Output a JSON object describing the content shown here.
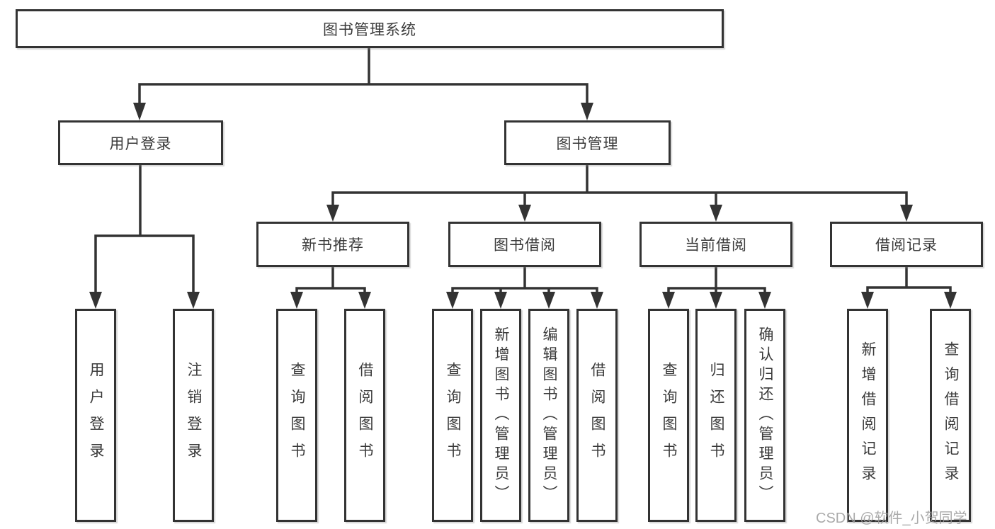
{
  "diagram_type": "tree",
  "colors": {
    "line": "#333333",
    "text": "#3a3a3a",
    "box_background": "#ffffff",
    "watermark": "#9c9c9c"
  },
  "tree": {
    "root": {
      "label": "图书管理系统"
    },
    "level2": [
      {
        "label": "用户登录",
        "children": [
          {
            "label": "用户登录"
          },
          {
            "label": "注销登录"
          }
        ]
      },
      {
        "label": "图书管理",
        "children": [
          {
            "label": "新书推荐",
            "children": [
              {
                "label": "查询图书"
              },
              {
                "label": "借阅图书"
              }
            ]
          },
          {
            "label": "图书借阅",
            "children": [
              {
                "label": "查询图书"
              },
              {
                "label": "新增图书（管理员）"
              },
              {
                "label": "编辑图书（管理员）"
              },
              {
                "label": "借阅图书"
              }
            ]
          },
          {
            "label": "当前借阅",
            "children": [
              {
                "label": "查询图书"
              },
              {
                "label": "归还图书"
              },
              {
                "label": "确认归还（管理员）"
              }
            ]
          },
          {
            "label": "借阅记录",
            "children": [
              {
                "label": "新增借阅记录"
              },
              {
                "label": "查询借阅记录"
              }
            ]
          }
        ]
      }
    ]
  },
  "watermark": {
    "text": "CSDN @软件_小贺同学"
  }
}
